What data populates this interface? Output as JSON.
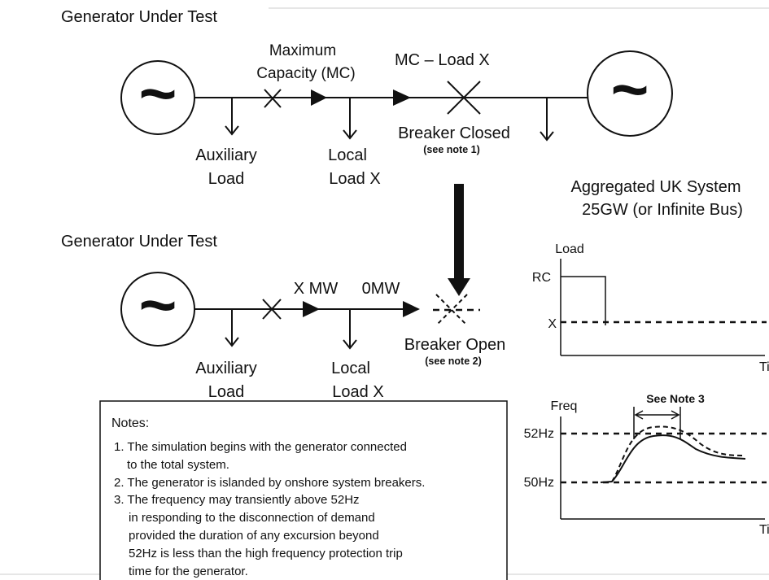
{
  "top": {
    "title": "Generator Under Test",
    "label_mc_line1": "Maximum",
    "label_mc_line2": "Capacity (MC)",
    "label_mc_load": "MC – Load X",
    "aux_line1": "Auxiliary",
    "aux_line2": "Load",
    "local_line1": "Local",
    "local_line2": "Load X",
    "breaker": "Breaker Closed",
    "breaker_note": "(see note 1)",
    "gen_symbol": "~",
    "grid_symbol": "~"
  },
  "system": {
    "line1": "Aggregated UK System",
    "line2": "25GW (or Infinite Bus)"
  },
  "bottom": {
    "title": "Generator Under Test",
    "flow_left": "X MW",
    "flow_right": "0MW",
    "aux_line1": "Auxiliary",
    "aux_line2": "Load",
    "local_line1": "Local",
    "local_line2": "Load X",
    "breaker": "Breaker Open",
    "breaker_note": "(see note 2)",
    "gen_symbol": "~"
  },
  "notes": {
    "heading": "Notes:",
    "lines": [
      "1. The simulation begins with the generator connected",
      "to the total system.",
      "2. The generator is islanded by onshore system breakers.",
      "3. The frequency may transiently above 52Hz",
      "in responding to the disconnection of demand",
      "provided the duration of any excursion beyond",
      "52Hz is less than the high frequency protection trip",
      "time for the generator."
    ]
  },
  "load_plot": {
    "ylabel": "Load",
    "xlabel": "Time",
    "level_high": "RC",
    "level_low": "X"
  },
  "freq_plot": {
    "ylabel": "Freq",
    "xlabel": "Time",
    "level_high": "52Hz",
    "level_low": "50Hz",
    "annotation": "See Note 3"
  }
}
